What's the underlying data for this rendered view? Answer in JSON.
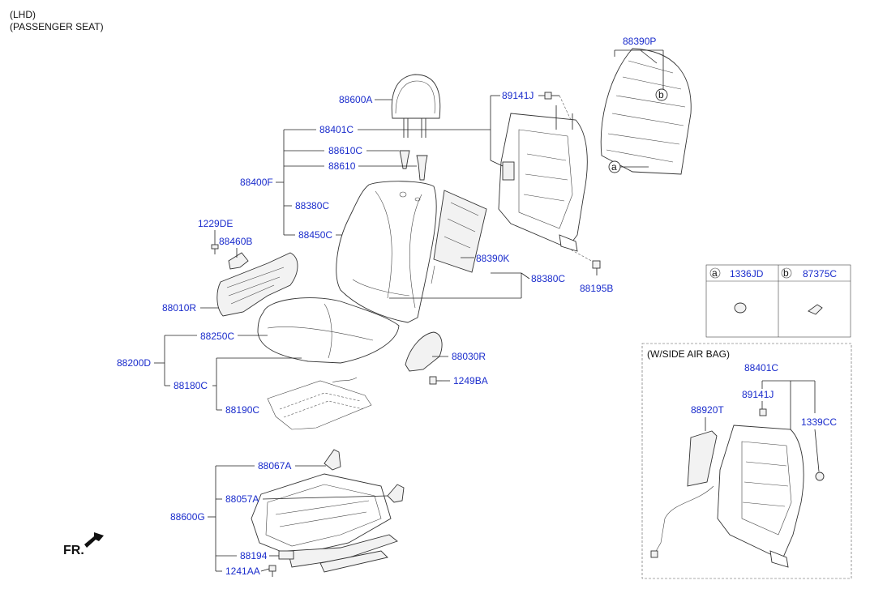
{
  "header": {
    "line1": "(LHD)",
    "line2": "(PASSENGER SEAT)"
  },
  "direction": {
    "label": "FR."
  },
  "parts": {
    "p88600A": "88600A",
    "p88401C": "88401C",
    "p88610C": "88610C",
    "p88610": "88610",
    "p88400F": "88400F",
    "p88380C_a": "88380C",
    "p88450C": "88450C",
    "p1229DE": "1229DE",
    "p88460B": "88460B",
    "p88010R": "88010R",
    "p88250C": "88250C",
    "p88200D": "88200D",
    "p88180C": "88180C",
    "p88190C": "88190C",
    "p89141J": "89141J",
    "p88390P": "88390P",
    "p88390K": "88390K",
    "p88380C_b": "88380C",
    "p88195B": "88195B",
    "p88030R": "88030R",
    "p1249BA": "1249BA",
    "p88067A": "88067A",
    "p88057A": "88057A",
    "p88600G": "88600G",
    "p88194": "88194",
    "p1241AA": "1241AA"
  },
  "callouts": {
    "a": "a",
    "b": "b"
  },
  "legend_table": {
    "col_a_letter": "a",
    "col_a_part": "1336JD",
    "col_b_letter": "b",
    "col_b_part": "87375C"
  },
  "airbag_box": {
    "title": "(W/SIDE AIR BAG)",
    "p88401C": "88401C",
    "p89141J": "89141J",
    "p88920T": "88920T",
    "p1339CC": "1339CC"
  }
}
